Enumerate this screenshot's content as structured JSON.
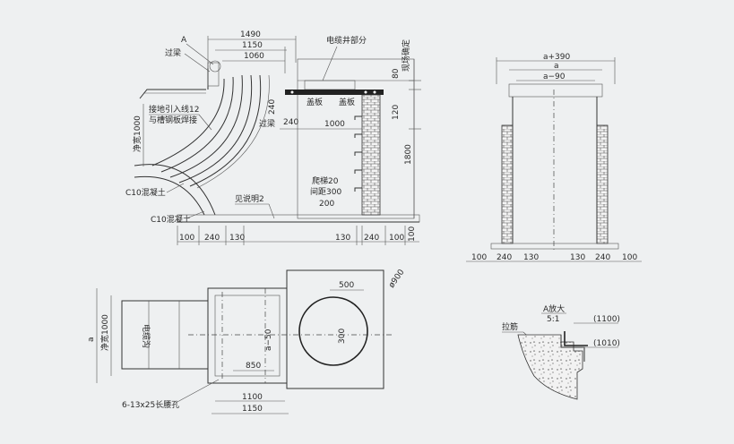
{
  "texts": {
    "cable_well": "电缆井部分",
    "site_specific": "现场确定",
    "beam_left": "过梁",
    "beam_mid": "过梁",
    "label_a": "A",
    "ground_wire": "接地引入线12",
    "weld": "与槽钢板焊接",
    "clear_height_1000": "净宽1000",
    "c10_a": "C10混凝土",
    "c10_b": "C10混凝土",
    "see_note": "见说明2",
    "cover_left": "盖板",
    "cover_right": "盖板",
    "ladder": "爬梯20",
    "spacing": "间距300",
    "cable_trench": "电缆沟",
    "clear_width_plan": "净宽1000",
    "slot": "6-13x25长腰孔",
    "enlarge_title": "A放大",
    "enlarge_scale": "5:1",
    "rebar": "拉筋",
    "plan_a": "a"
  },
  "dims": {
    "d1490": "1490",
    "d1150": "1150",
    "d1060": "1060",
    "d80": "80",
    "d240v": "240",
    "d240h": "240",
    "d1000": "1000",
    "d120": "120",
    "d1800": "1800",
    "d200": "200",
    "b100a": "100",
    "b240a": "240",
    "b130a": "130",
    "b130b": "130",
    "b240b": "240",
    "b100b": "100",
    "b100v": "100",
    "s_a390": "a+390",
    "s_a": "a",
    "s_a90": "a−90",
    "s100a": "100",
    "s240a": "240",
    "s130a": "130",
    "s130b": "130",
    "s240b": "240",
    "s100b": "100",
    "p500": "500",
    "p900": "ø900",
    "p300": "300",
    "p_a50": "a−50",
    "p850": "850",
    "p1100": "1100",
    "p1150": "1150",
    "e1100": "(1100)",
    "e1010": "(1010)"
  }
}
